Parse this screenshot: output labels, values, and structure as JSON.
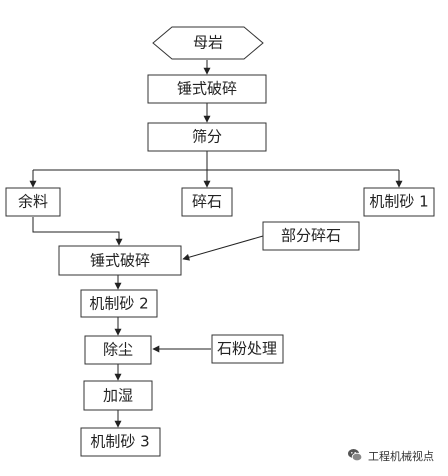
{
  "nodes": {
    "parent_rock": "母岩",
    "hammer_crushing_1": "锤式破碎",
    "screening": "筛分",
    "remainder": "余料",
    "crushed_stone": "碎石",
    "machine_sand_1": "机制砂 1",
    "part_crushed_stone": "部分碎石",
    "hammer_crushing_2": "锤式破碎",
    "machine_sand_2": "机制砂 2",
    "dust_removal": "除尘",
    "stone_powder_treatment": "石粉处理",
    "humidify": "加湿",
    "machine_sand_3": "机制砂 3"
  },
  "watermark": {
    "text": "工程机械视点"
  }
}
